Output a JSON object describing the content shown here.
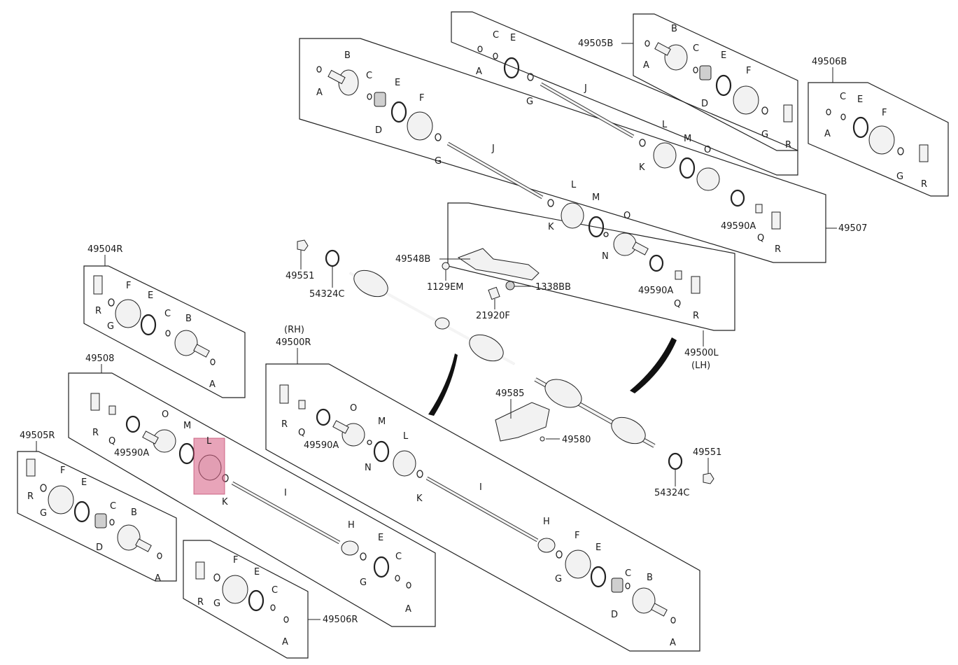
{
  "accent_color": "#d65980",
  "groups": {
    "g49505B": "49505B",
    "g49506B": "49506B",
    "g49507": "49507",
    "g49500L": "49500L",
    "g49500L_side": "(LH)",
    "g49504R": "49504R",
    "g49508": "49508",
    "g49500R_side": "(RH)",
    "g49500R": "49500R",
    "g49505R": "49505R",
    "g49506R": "49506R"
  },
  "parts": {
    "p49551": "49551",
    "p54324C": "54324C",
    "p49548B": "49548B",
    "p1129EM": "1129EM",
    "p1338BB": "1338BB",
    "p21920F": "21920F",
    "p49585": "49585",
    "p49580": "49580",
    "p49590A": "49590A"
  },
  "letters": {
    "A": "A",
    "B": "B",
    "C": "C",
    "D": "D",
    "E": "E",
    "F": "F",
    "G": "G",
    "H": "H",
    "I": "I",
    "J": "J",
    "K": "K",
    "L": "L",
    "M": "M",
    "N": "N",
    "O": "O",
    "Q": "Q",
    "R": "R"
  },
  "highlighted_part": "L"
}
